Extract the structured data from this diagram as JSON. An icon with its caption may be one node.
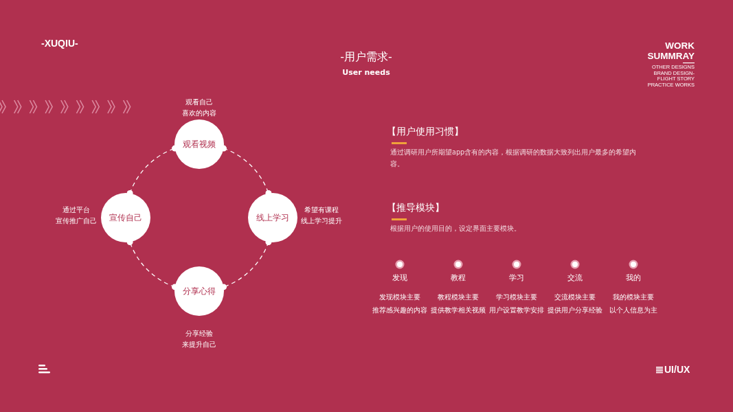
{
  "diagram": {
    "title": "-用户需求-",
    "nodes": [
      {
        "text": [
          "观看视频"
        ],
        "beside": [
          "观看自己喜欢的内容"
        ]
      },
      {
        "text": [
          "宣传自己"
        ],
        "beside": [
          "通过平台宣传推广自己"
        ]
      },
      {
        "text": [
          "线上学习"
        ],
        "beside": [
          "希望有课程线上学习提升"
        ]
      },
      {
        "text": [
          "分享心得"
        ],
        "beside": [
          "分享经验来提升自己"
        ]
      }
    ],
    "edges": [
      {
        "from": 0,
        "to": 2,
        "arrow": "none",
        "style": "dashed"
      },
      {
        "from": 2,
        "to": 3,
        "arrow": "none",
        "style": "dashed"
      },
      {
        "from": 3,
        "to": 1,
        "arrow": "none",
        "style": "dashed"
      },
      {
        "from": 1,
        "to": 0,
        "arrow": "none",
        "style": "dashed"
      }
    ],
    "labels": [
      "-XUQIU-",
      "User needs",
      "WORK SUMMRAY",
      "OTHER DESIGNS BRAND DESIGN-FLIGHT STORY PRACTICE WORKS",
      "【用户使用习惯】",
      "通过调研用户所期望app含有的内容，根据调研的数据大致列出用户最多的希望内容。",
      "【推导模块】",
      "根据用户的使用目的，设定界面主要模块。",
      "发现",
      "教程",
      "学习",
      "交流",
      "我的",
      "发现模块主要推荐感兴趣的内容",
      "教程模块主要提供教学相关视频",
      "学习模块主要用户设置教学安排",
      "交流模块主要提供用户分享经验",
      "我的模块主要以个人信息为主",
      "UI/UX"
    ]
  }
}
